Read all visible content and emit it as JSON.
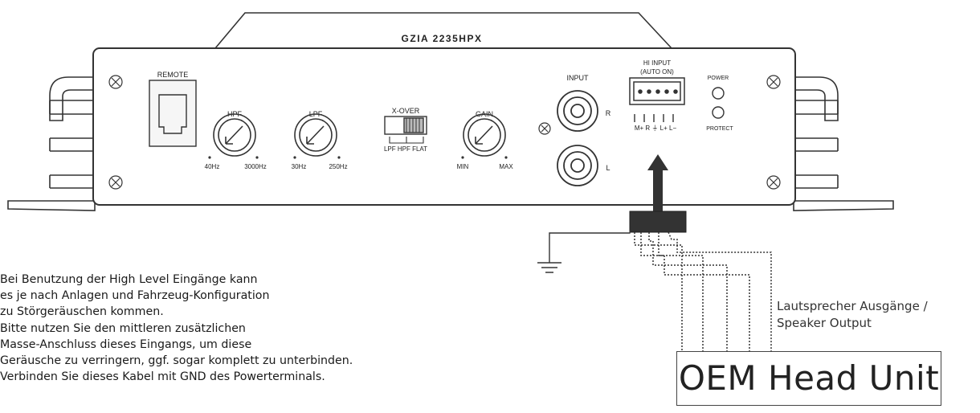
{
  "device": {
    "model": "GZIA 2235HPX",
    "remote": "REMOTE",
    "hpf": {
      "label": "HPF",
      "min": "40Hz",
      "max": "3000Hz"
    },
    "lpf": {
      "label": "LPF",
      "min": "30Hz",
      "max": "250Hz"
    },
    "xover": {
      "label": "X-OVER",
      "options": "LPF HPF FLAT"
    },
    "gain": {
      "label": "GAIN",
      "min": "MIN",
      "max": "MAX"
    },
    "input": {
      "label": "INPUT",
      "right": "R",
      "left": "L"
    },
    "hi_input": {
      "line1": "HI   INPUT",
      "line2": "(AUTO ON)",
      "pins": "M+ R  ⏚  L+ L−"
    },
    "power": "POWER",
    "protect": "PROTECT"
  },
  "note_lines": [
    "Bei Benutzung der High Level Eingänge kann",
    "es je nach Anlagen und Fahrzeug-Konfiguration",
    "zu Störgeräuschen kommen.",
    "Bitte nutzen Sie den mittleren zusätzlichen",
    "Masse-Anschluss dieses Eingangs, um diese",
    "Geräusche zu verringern, ggf. sogar komplett zu unterbinden.",
    "Verbinden Sie dieses Kabel mit GND des Powerterminals."
  ],
  "speaker_label": [
    "Lautsprecher Ausgänge /",
    "Speaker Output"
  ],
  "head_unit": "OEM Head Unit"
}
